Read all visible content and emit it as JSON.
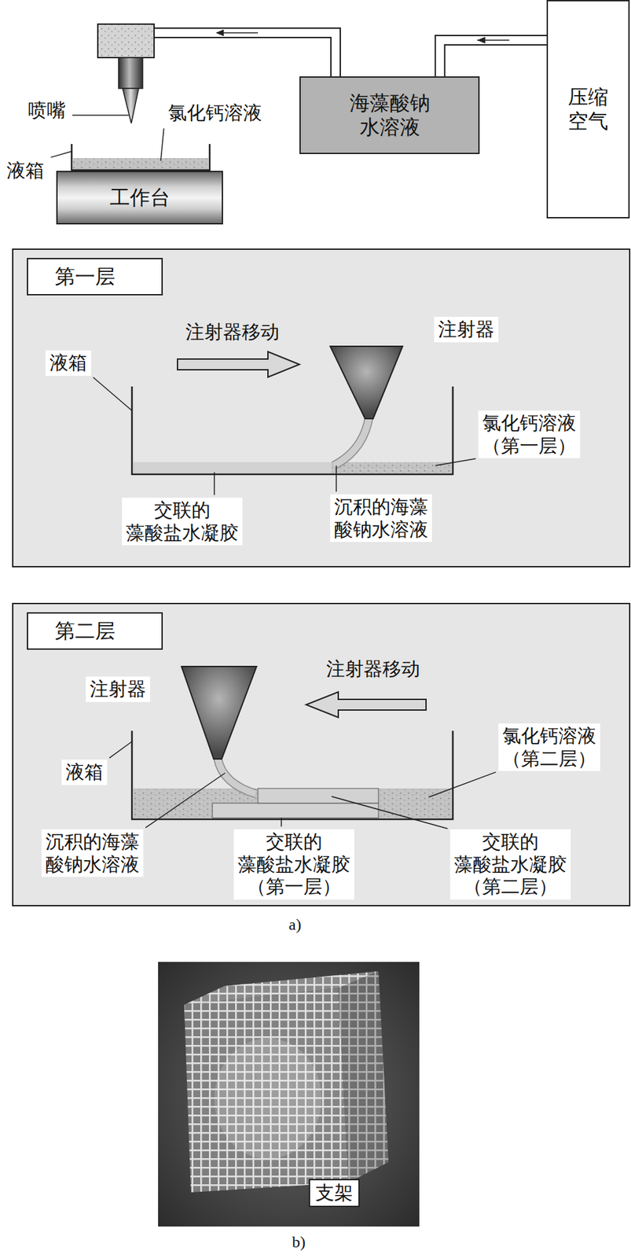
{
  "diagram": {
    "nodes": [
      {
        "text": [
          "海藻酸钠 水溶液"
        ]
      },
      {
        "text": [
          "压缩 空气"
        ]
      },
      {
        "text": [
          "工作台"
        ]
      },
      {
        "text": [
          "第一层"
        ]
      },
      {
        "text": [
          "第二层"
        ]
      }
    ],
    "edges": [
      {
        "from": 1,
        "to": 0,
        "arrow": "to"
      }
    ],
    "labels": [
      "喷嘴",
      "氯化钙溶液",
      "液箱",
      "注射器移动",
      "注射器",
      "液箱",
      "氯化钙溶液 （第一层）",
      "交联的 藻酸盐水凝胶",
      "沉积的海藻 酸钠水溶液",
      "注射器移动",
      "注射器",
      "液箱",
      "氯化钙溶液 （第二层）",
      "沉积的海藻 酸钠水溶液",
      "交联的 藻酸盐水凝胶 （第一层）",
      "交联的 藻酸盐水凝胶 （第二层）",
      "a)",
      "支架",
      "b)"
    ]
  }
}
